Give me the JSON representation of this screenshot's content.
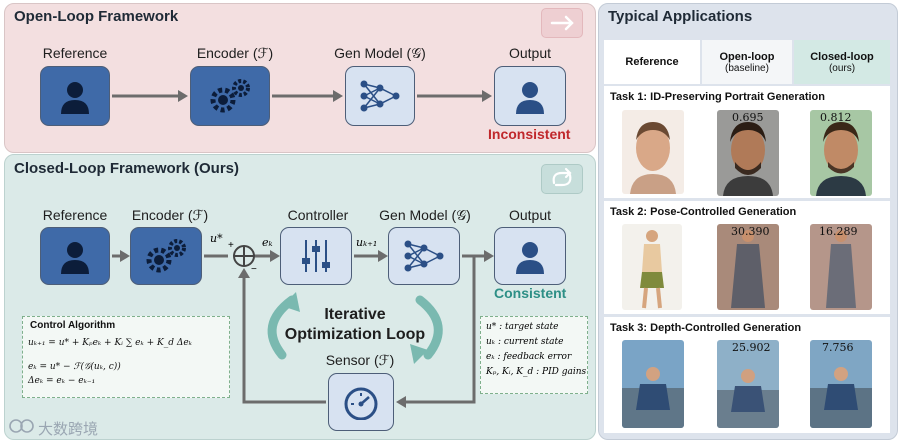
{
  "open_loop": {
    "title": "Open-Loop Framework",
    "reference": "Reference",
    "encoder": "Encoder (ℱ)",
    "gen_model": "Gen Model (𝒢)",
    "output": "Output",
    "result": "Inconsistent"
  },
  "closed_loop": {
    "title": "Closed-Loop Framework (Ours)",
    "reference": "Reference",
    "encoder": "Encoder (ℱ)",
    "controller": "Controller",
    "gen_model": "Gen Model (𝒢)",
    "output": "Output",
    "result": "Consistent",
    "u_star": "u*",
    "e_k": "eₖ",
    "u_k1": "uₖ₊₁",
    "plus": "+",
    "minus": "−",
    "loop_title_1": "Iterative",
    "loop_title_2": "Optimization Loop",
    "sensor": "Sensor (ℱ)",
    "algorithm": {
      "title": "Control Algorithm",
      "line1": "uₖ₊₁ = u* + Kₚeₖ + Kᵢ ∑ eₖ + K_d Δeₖ",
      "line2": "eₖ = u* − ℱ(𝒢(uₖ, c))",
      "line3": "Δeₖ = eₖ − eₖ₋₁"
    },
    "legend": [
      "u* : target state",
      "uₖ : current state",
      "eₖ : feedback error",
      "Kₚ, Kᵢ, K_d : PID gains"
    ]
  },
  "applications": {
    "title": "Typical Applications",
    "col_reference": "Reference",
    "col_open": "Open-loop",
    "col_open_sub": "(baseline)",
    "col_closed": "Closed-loop",
    "col_closed_sub": "(ours)",
    "tasks": [
      {
        "title": "Task 1: ID-Preserving Portrait Generation",
        "open_score": "0.695",
        "closed_score": "0.812"
      },
      {
        "title": "Task 2: Pose-Controlled Generation",
        "open_score": "30.390",
        "closed_score": "16.289"
      },
      {
        "title": "Task 3: Depth-Controlled Generation",
        "open_score": "25.902",
        "closed_score": "7.756"
      }
    ]
  },
  "watermark": "大数跨境",
  "colors": {
    "open_bg": "#f3dfe0",
    "closed_bg": "#dbeae8",
    "apps_bg": "#dde3ec",
    "box_dark": "#3f6aa8",
    "box_light": "#d7e2f1",
    "inconsistent": "#c0282c",
    "consistent": "#2d8f86"
  }
}
